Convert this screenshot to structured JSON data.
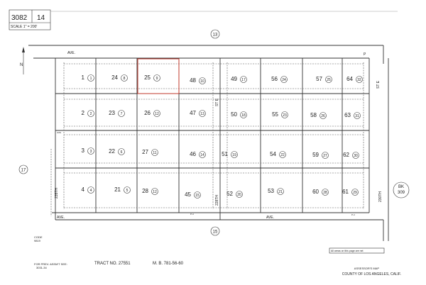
{
  "header": {
    "book": "3082",
    "page": "14",
    "scale_label": "SCALE 1\" = 200'"
  },
  "neighbors": {
    "north": "13",
    "west": "17",
    "south": "15",
    "east_book_label": "BK",
    "east_book": "309"
  },
  "streets": {
    "top_ave": "AVE.",
    "top_right": "P",
    "east_street": "ST E",
    "east_street_bottom": "230TH",
    "bottom_ave_left": "AVE.",
    "bottom_ave_right": "AVE.",
    "p4_left": "P-4",
    "p4_right": "P-4",
    "west_street": "235TH",
    "mid_ave_left": "AVE.",
    "street_228": "228TH",
    "street_mid": "ST E"
  },
  "north_arrow": "N",
  "highlight_color": "#c0392b",
  "parcels": [
    {
      "number": "1",
      "circle": "1"
    },
    {
      "number": "24",
      "circle": "8"
    },
    {
      "number": "25",
      "circle": "9"
    },
    {
      "number": "48",
      "circle": "10"
    },
    {
      "number": "49",
      "circle": "17"
    },
    {
      "number": "56",
      "circle": "24"
    },
    {
      "number": "57",
      "circle": "25"
    },
    {
      "number": "64",
      "circle": "32"
    },
    {
      "number": "2",
      "circle": "2"
    },
    {
      "number": "23",
      "circle": "7"
    },
    {
      "number": "26",
      "circle": "12"
    },
    {
      "number": "47",
      "circle": "13"
    },
    {
      "number": "50",
      "circle": "18"
    },
    {
      "number": "55",
      "circle": "23"
    },
    {
      "number": "58",
      "circle": "26"
    },
    {
      "number": "63",
      "circle": "31"
    },
    {
      "number": "3",
      "circle": "3"
    },
    {
      "number": "22",
      "circle": "6"
    },
    {
      "number": "27",
      "circle": "11"
    },
    {
      "number": "46",
      "circle": "14"
    },
    {
      "number": "51",
      "circle": "19"
    },
    {
      "number": "54",
      "circle": "22"
    },
    {
      "number": "59",
      "circle": "27"
    },
    {
      "number": "62",
      "circle": "30"
    },
    {
      "number": "4",
      "circle": "4"
    },
    {
      "number": "21",
      "circle": "5"
    },
    {
      "number": "28",
      "circle": "12"
    },
    {
      "number": "45",
      "circle": "15"
    },
    {
      "number": "52",
      "circle": "20"
    },
    {
      "number": "53",
      "circle": "21"
    },
    {
      "number": "60",
      "circle": "28"
    },
    {
      "number": "61",
      "circle": "29"
    }
  ],
  "footer": {
    "code_label": "CODE",
    "code": "9819",
    "prev_label": "FOR PREV. ASSM'T SEE:",
    "prev_value": "3031-34",
    "tract": "TRACT NO. 27551",
    "mb": "M. B. 781-56-60",
    "note": "All areas on this page are net",
    "title1": "ASSESSOR'S MAP",
    "title2": "COUNTY OF LOS ANGELES, CALIF."
  }
}
